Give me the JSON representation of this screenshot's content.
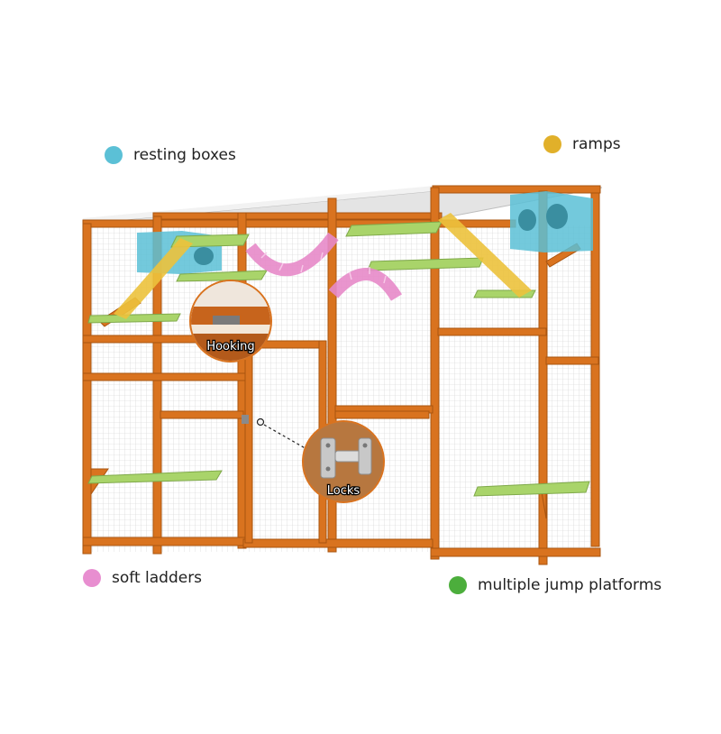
{
  "legend": {
    "resting_boxes": {
      "label": "resting boxes",
      "color": "#5bc0d6"
    },
    "ramps": {
      "label": "ramps",
      "color": "#e1b02a"
    },
    "soft_ladders": {
      "label": "soft ladders",
      "color": "#e88ed0"
    },
    "jump_platforms": {
      "label": "multiple jump platforms",
      "color": "#4cae3c"
    }
  },
  "callouts": {
    "hooking": "Hooking",
    "locks": "Locks"
  },
  "colors": {
    "wood": "#d9731f",
    "wood_dark": "#b85a12",
    "roof": "#dedede",
    "platform": "#a9d46a",
    "mesh": "#c9c9c9"
  }
}
